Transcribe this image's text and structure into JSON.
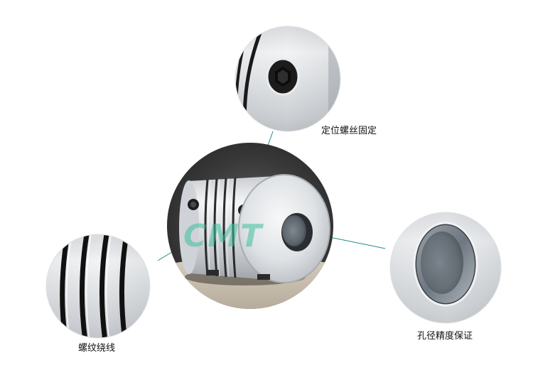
{
  "callouts": {
    "set_screw": "定位螺丝固定",
    "thread_slots": "螺纹绕线",
    "bore_precision": "孔径精度保证"
  },
  "watermark": {
    "text": "CMT"
  },
  "colors": {
    "leader_line": "#1f8a8a",
    "watermark": "#3fc0a0",
    "aluminum_light": "#eef0f2",
    "aluminum_dark": "#9aa0a6",
    "background_dark": "#3a3a3a",
    "table_wood": "#c9bfb0"
  },
  "icons": {
    "main": "flexible-coupling-photo",
    "detail_top": "set-screw-closeup",
    "detail_left": "slot-grooves-closeup",
    "detail_right": "bore-closeup"
  }
}
